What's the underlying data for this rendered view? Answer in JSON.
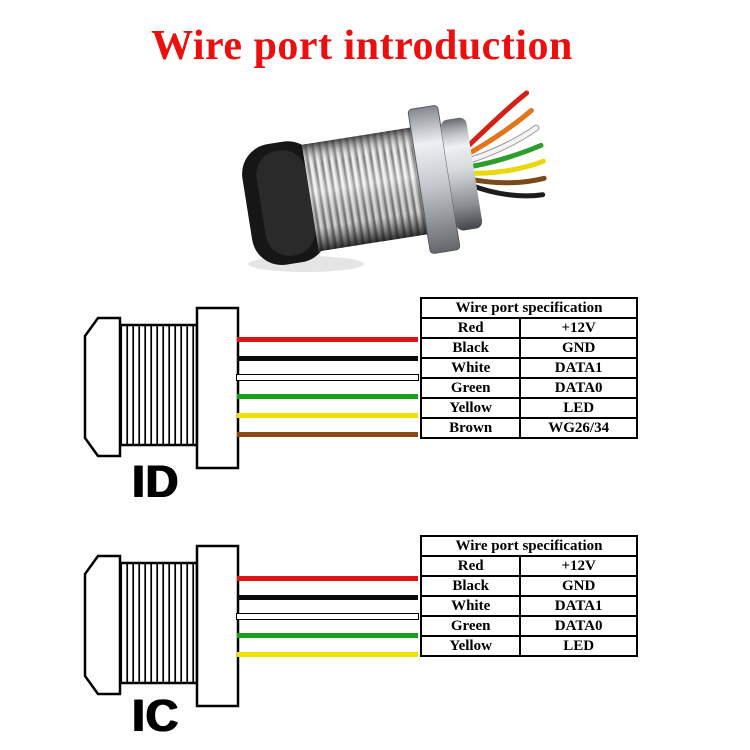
{
  "title": "Wire port introduction",
  "colors": {
    "red": "#dd1414",
    "black": "#0a0a0a",
    "white": "#ffffff",
    "green": "#18a018",
    "yellow": "#f2e000",
    "brown": "#8a4a16"
  },
  "sections": [
    {
      "label": "ID",
      "wires": [
        "red",
        "black",
        "white",
        "green",
        "yellow",
        "brown"
      ],
      "table": {
        "header": "Wire port specification",
        "rows": [
          [
            "Red",
            "+12V"
          ],
          [
            "Black",
            "GND"
          ],
          [
            "White",
            "DATA1"
          ],
          [
            "Green",
            "DATA0"
          ],
          [
            "Yellow",
            "LED"
          ],
          [
            "Brown",
            "WG26/34"
          ]
        ]
      }
    },
    {
      "label": "IC",
      "wires": [
        "red",
        "black",
        "white",
        "green",
        "yellow"
      ],
      "table": {
        "header": "Wire port specification",
        "rows": [
          [
            "Red",
            "+12V"
          ],
          [
            "Black",
            "GND"
          ],
          [
            "White",
            "DATA1"
          ],
          [
            "Green",
            "DATA0"
          ],
          [
            "Yellow",
            "LED"
          ]
        ]
      }
    }
  ]
}
